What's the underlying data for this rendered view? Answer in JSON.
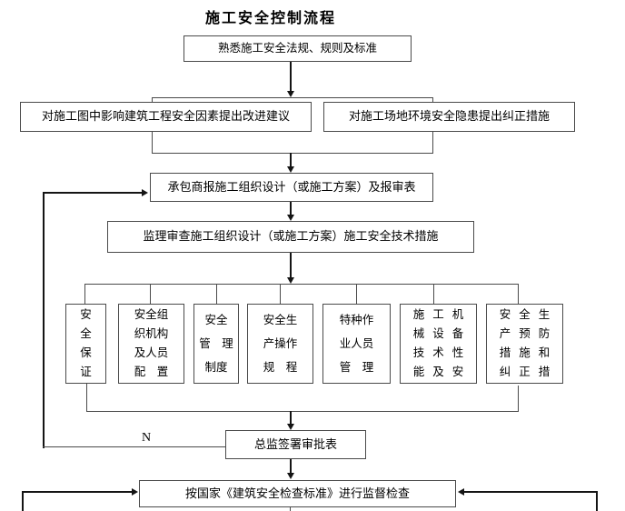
{
  "title": "施工安全控制流程",
  "flow": {
    "familiarize": "熟悉施工安全法规、规则及标准",
    "design_suggestion": "对施工图中影响建筑工程安全因素提出改进建议",
    "site_correction": "对施工场地环境安全隐患提出纠正措施",
    "contractor_submit": "承包商报施工组织设计（或施工方案）及报审表",
    "supervisor_review": "监理审查施工组织设计（或施工方案）施工安全技术措施",
    "chief_sign": "总监签署审批表",
    "national_check": "按国家《建筑安全检查标准》进行监督检查"
  },
  "review_items": [
    {
      "text": "安\n全\n保\n证"
    },
    {
      "text": "安全组\n织机构\n及人员\n配　置"
    },
    {
      "text": "安全\n管　理\n制度"
    },
    {
      "text": "安全生\n产操作\n规　程"
    },
    {
      "text": "特种作\n业人员\n管　理"
    },
    {
      "text": "施工机\n械设备\n技术性\n能及安"
    },
    {
      "text": "安全生\n产预防\n措施和\n纠正措"
    }
  ],
  "labels": {
    "no_branch": "N"
  },
  "colors": {
    "background": "#ffffff",
    "line": "#4a4a4a",
    "arrow": "#141414",
    "text": "#000000"
  }
}
